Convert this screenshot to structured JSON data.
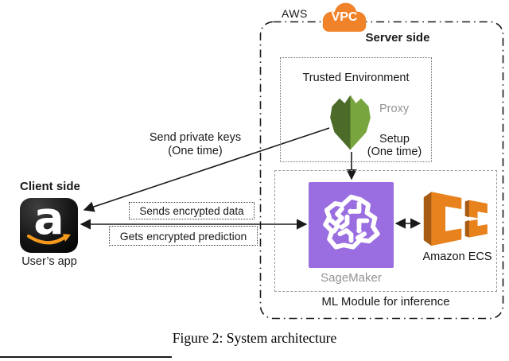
{
  "figure": {
    "caption": "Figure 2: System architecture"
  },
  "aws": {
    "label": "AWS",
    "vpc_label": "VPC",
    "server_side_label": "Server side"
  },
  "trusted_env": {
    "title": "Trusted Environment",
    "proxy_label": "Proxy",
    "setup_line1": "Setup",
    "setup_line2": "(One time)"
  },
  "ml_module": {
    "label": "ML Module for inference",
    "sagemaker_label": "SageMaker",
    "ecs_label": "Amazon ECS"
  },
  "client": {
    "title": "Client side",
    "logo_letter": "a",
    "app_label": "User’s app"
  },
  "arrows": {
    "send_keys": {
      "line1": "Send private keys",
      "line2": "(One time)"
    },
    "sends_data": {
      "label": "Sends encrypted data"
    },
    "gets_prediction": {
      "label": "Gets encrypted prediction"
    }
  },
  "colors": {
    "aws-orange": "#F0832A",
    "ecs-orange": "#E8821D",
    "ecs-orange-dark": "#A85B13",
    "ecs-orange-light": "#F5A455",
    "sagemaker-purple": "#9A6EE0",
    "shield-green-dark": "#4C6B28",
    "shield-green-light": "#79A53E",
    "swoosh-orange": "#F7991C"
  }
}
